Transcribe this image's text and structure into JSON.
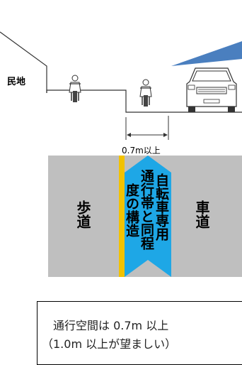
{
  "labels": {
    "private_land": "民地",
    "clearance": "0.7m以上",
    "sidewalk": "歩道",
    "roadway": "車道",
    "lane_col1": "自転車専用",
    "lane_col2": "通行帯と同程",
    "lane_col3": "度の構造"
  },
  "note": {
    "line1": "通行空間は 0.7m 以上",
    "line2": "（1.0m 以上が望ましい）"
  },
  "colors": {
    "pavement": "#bfbfbf",
    "lane": "#1ea7e6",
    "lane_edge": "#f2c200",
    "sight_line": "#4a7fbf"
  },
  "icons": [
    "cyclist-icon",
    "cyclist-icon",
    "car-icon"
  ]
}
